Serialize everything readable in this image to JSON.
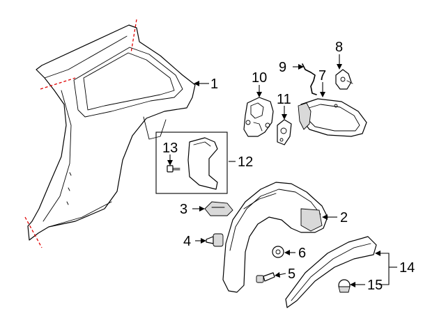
{
  "diagram": {
    "callouts": [
      "1",
      "2",
      "3",
      "4",
      "5",
      "6",
      "7",
      "8",
      "9",
      "10",
      "11",
      "12",
      "13",
      "14",
      "15"
    ],
    "colors": {
      "line": "#000000",
      "cut_line": "#e00000",
      "background": "#ffffff"
    }
  }
}
